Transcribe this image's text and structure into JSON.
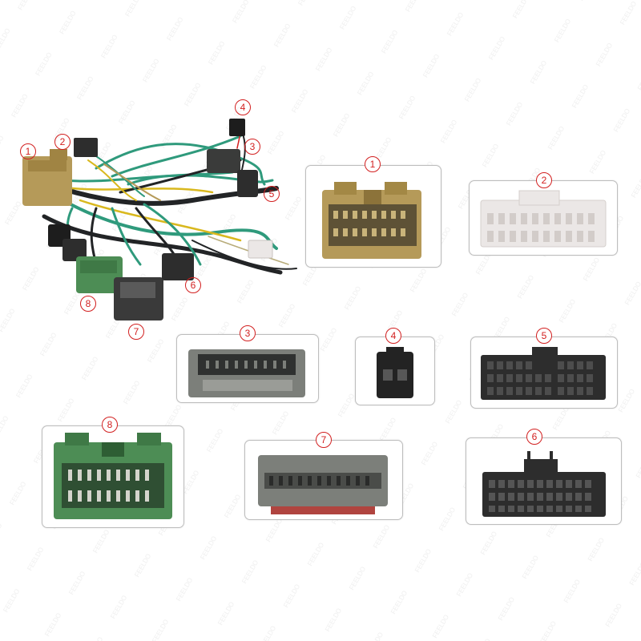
{
  "watermark": "FEELDO",
  "labels": {
    "harness": [
      "1",
      "2",
      "3",
      "4",
      "5",
      "6",
      "7",
      "8"
    ],
    "panels": [
      "1",
      "2",
      "3",
      "4",
      "5",
      "6",
      "7",
      "8"
    ]
  },
  "colors": {
    "badge_red": "#d21f1f",
    "tan_connector": "#b59a59",
    "white_connector": "#ebe7e6",
    "gray_connector": "#7c7f7a",
    "black_connector": "#2d2d2d",
    "green_connector": "#4d8d55",
    "wire_green": "#2f9a7c",
    "wire_black": "#222426",
    "wire_yellow": "#d9b81e"
  }
}
